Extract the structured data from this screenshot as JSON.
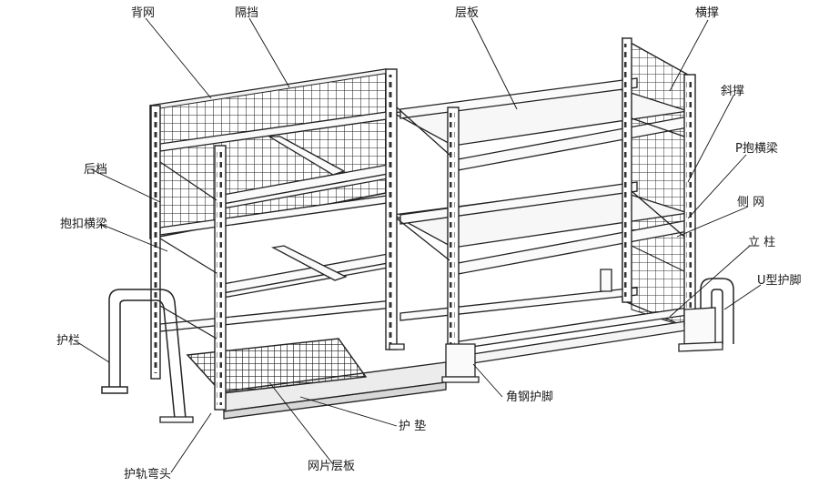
{
  "diagram": {
    "labels": {
      "back_mesh": "背网",
      "divider": "隔挡",
      "shelf_board": "层板",
      "cross_brace": "横撑",
      "diagonal_brace": "斜撑",
      "p_beam": "P抱横梁",
      "side_mesh": "侧 网",
      "upright": "立 柱",
      "u_guard": "U型护脚",
      "back_stop": "后档",
      "clasp_beam": "抱扣横梁",
      "guard_rail": "护栏",
      "angle_guard": "角钢护脚",
      "pad": "护 垫",
      "mesh_deck": "网片层板",
      "rail_bend": "护轨弯头"
    }
  }
}
